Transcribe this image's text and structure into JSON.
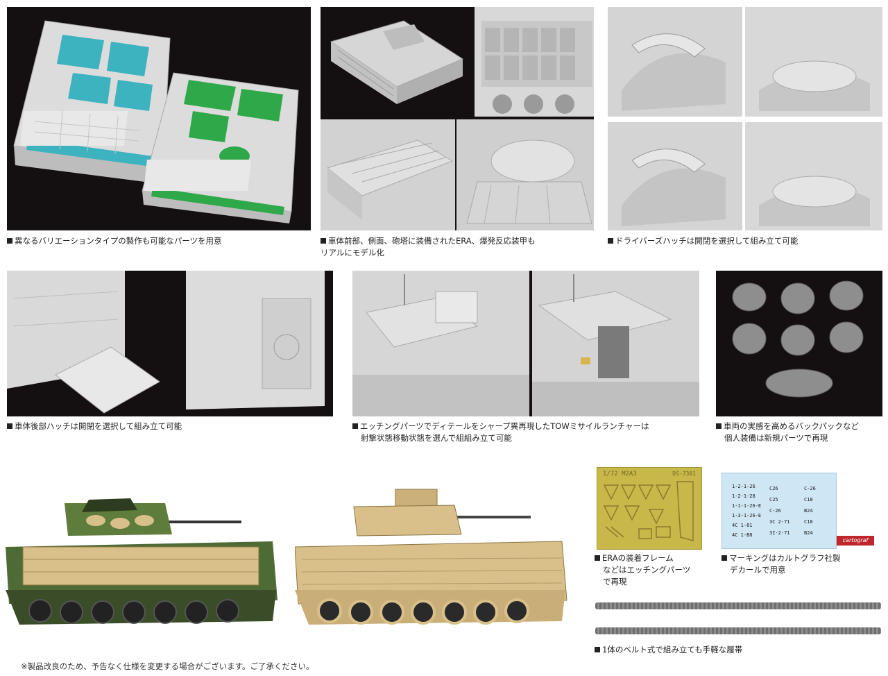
{
  "captions": {
    "variation": "異なるバリエーションタイプの製作も可能なパーツを用意",
    "era_line1": "車体前部、側面、砲塔に装備されたERA、爆発反応装甲も",
    "era_line2": "リアルにモデル化",
    "driver_hatch": "ドライバーズハッチは開閉を選択して組み立て可能",
    "rear_hatch": "車体後部ハッチは開閉を選択して組み立て可能",
    "tow_line1": "エッチングパーツでディテールをシャープ異再現したTOWミサイルランチャーは",
    "tow_line2": "射撃状態移動状態を選んで組組み立て可能",
    "backpack_line1": "車両の実感を高めるバックパックなど",
    "backpack_line2": "個人装備は新規パーツで再現",
    "etching_line1": "ERAの装着フレーム",
    "etching_line2": "などはエッチングパーツ",
    "etching_line3": "で再現",
    "marking_line1": "マーキングはカルトグラフ社製",
    "marking_line2": "デカールで用意",
    "tracks": "1体のベルト式で組み立ても手軽な履帯"
  },
  "footnote": "※製品改良のため、予告なく仕様を変更する場合がございます。ご了承ください。",
  "etching_sheet": {
    "title": "1/72 M2A3",
    "code": "DS-7301"
  },
  "decal_sheet": {
    "labels_left": [
      "1-2-1-26",
      "1-2-1-28",
      "1-1-1-26-E",
      "1-3-1-26-E",
      "4C 1-81",
      "4C 1-B8"
    ],
    "labels_mid": [
      "C26",
      "C25",
      "C-26",
      "3C 2-71",
      "3I-2-71"
    ],
    "labels_right": [
      "C-26",
      "C18",
      "B24",
      "C18",
      "B24"
    ],
    "brand": "cartograf"
  },
  "colors": {
    "dark_panel": "#140f10",
    "variant_teal": "#3db3c0",
    "variant_green": "#2fa84a",
    "etch_gold": "#c8b84a",
    "decal_blue": "#cfe6f5",
    "camo_green": "#5e7c3b",
    "desert_tan": "#d9c08a"
  }
}
